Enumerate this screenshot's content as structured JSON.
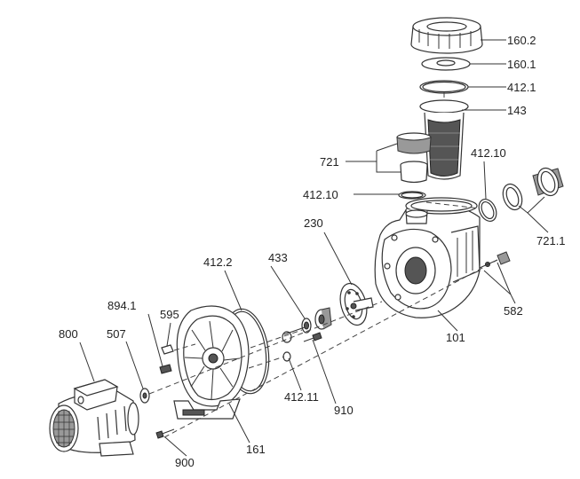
{
  "parts": [
    {
      "id": "p1602",
      "label": "160.2"
    },
    {
      "id": "p1601",
      "label": "160.1"
    },
    {
      "id": "p4121",
      "label": "412.1"
    },
    {
      "id": "p143",
      "label": "143"
    },
    {
      "id": "p721",
      "label": "721"
    },
    {
      "id": "p41210a",
      "label": "412.10"
    },
    {
      "id": "p41210b",
      "label": "412.10"
    },
    {
      "id": "p7211",
      "label": "721.1"
    },
    {
      "id": "p230",
      "label": "230"
    },
    {
      "id": "p4122",
      "label": "412.2"
    },
    {
      "id": "p433",
      "label": "433"
    },
    {
      "id": "p8941",
      "label": "894.1"
    },
    {
      "id": "p595",
      "label": "595"
    },
    {
      "id": "p800",
      "label": "800"
    },
    {
      "id": "p507",
      "label": "507"
    },
    {
      "id": "p101",
      "label": "101"
    },
    {
      "id": "p582",
      "label": "582"
    },
    {
      "id": "p41211",
      "label": "412.11"
    },
    {
      "id": "p910",
      "label": "910"
    },
    {
      "id": "p900",
      "label": "900"
    },
    {
      "id": "p161",
      "label": "161"
    }
  ]
}
